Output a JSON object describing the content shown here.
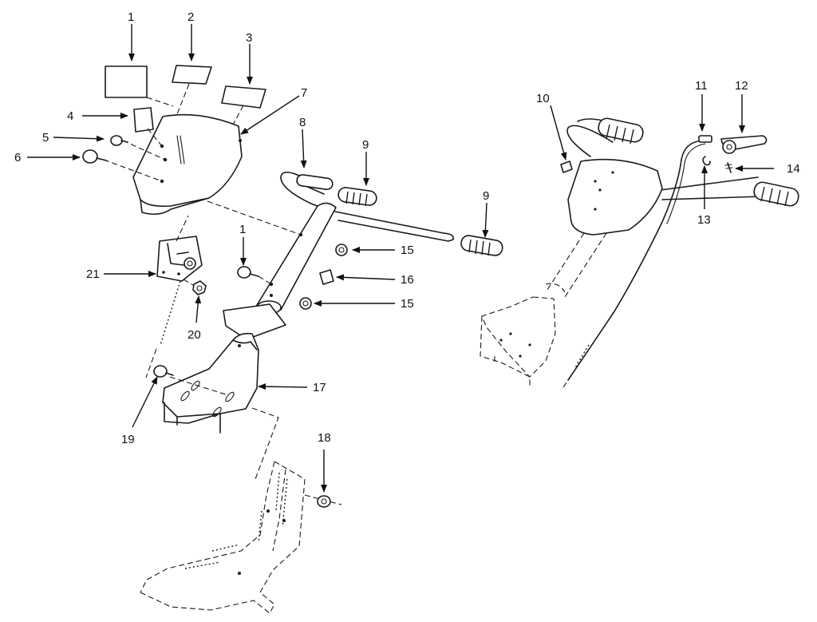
{
  "callouts": [
    "1",
    "2",
    "3",
    "4",
    "5",
    "6",
    "7",
    "8",
    "9",
    "9",
    "10",
    "11",
    "12",
    "13",
    "14",
    "15",
    "15",
    "16",
    "17",
    "18",
    "19",
    "20",
    "21",
    "1"
  ],
  "colors": {
    "ink": "#1a1a1a",
    "paper": "#ffffff"
  }
}
